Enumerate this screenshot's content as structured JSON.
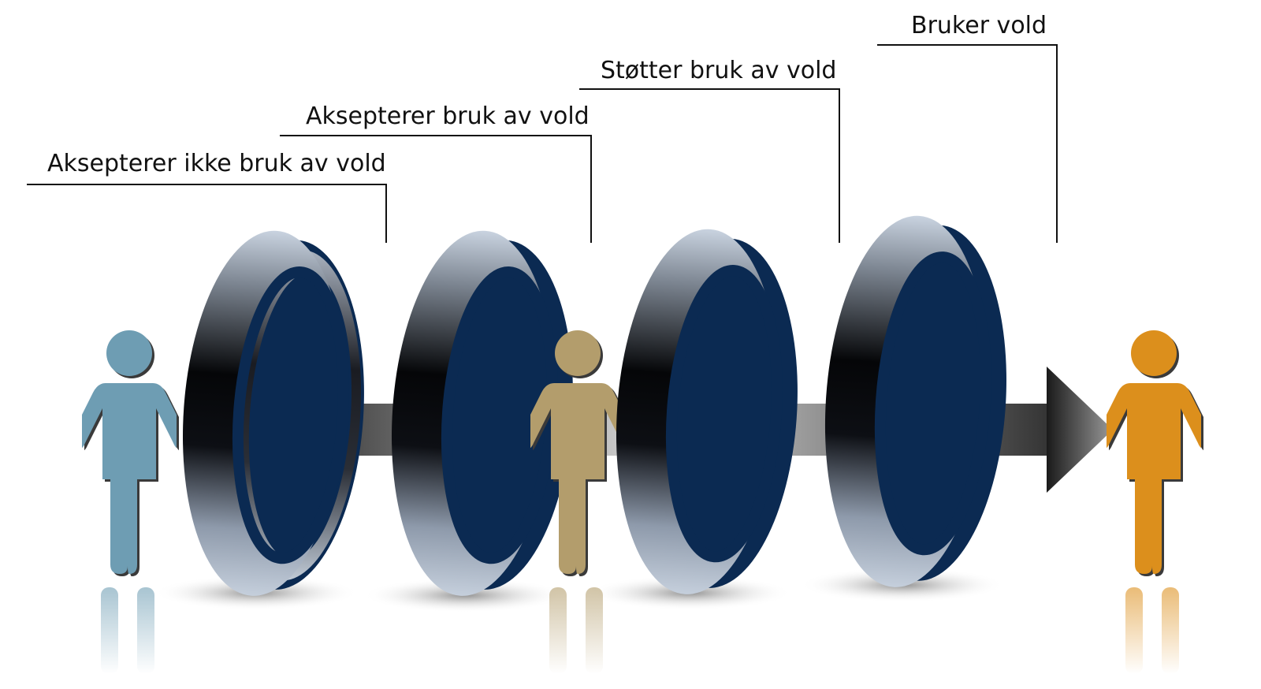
{
  "stages": [
    {
      "label": "Aksepterer ikke bruk av vold"
    },
    {
      "label": "Aksepterer bruk av vold"
    },
    {
      "label": "Støtter bruk av vold"
    },
    {
      "label": "Bruker vold"
    }
  ],
  "figures": [
    {
      "name": "person-blue",
      "color": "#6e9db3"
    },
    {
      "name": "person-tan",
      "color": "#b39d6c"
    },
    {
      "name": "person-orange",
      "color": "#dc8f1c"
    }
  ],
  "colors": {
    "ring_inner": "#0b2a52",
    "leader_line": "#111111"
  }
}
